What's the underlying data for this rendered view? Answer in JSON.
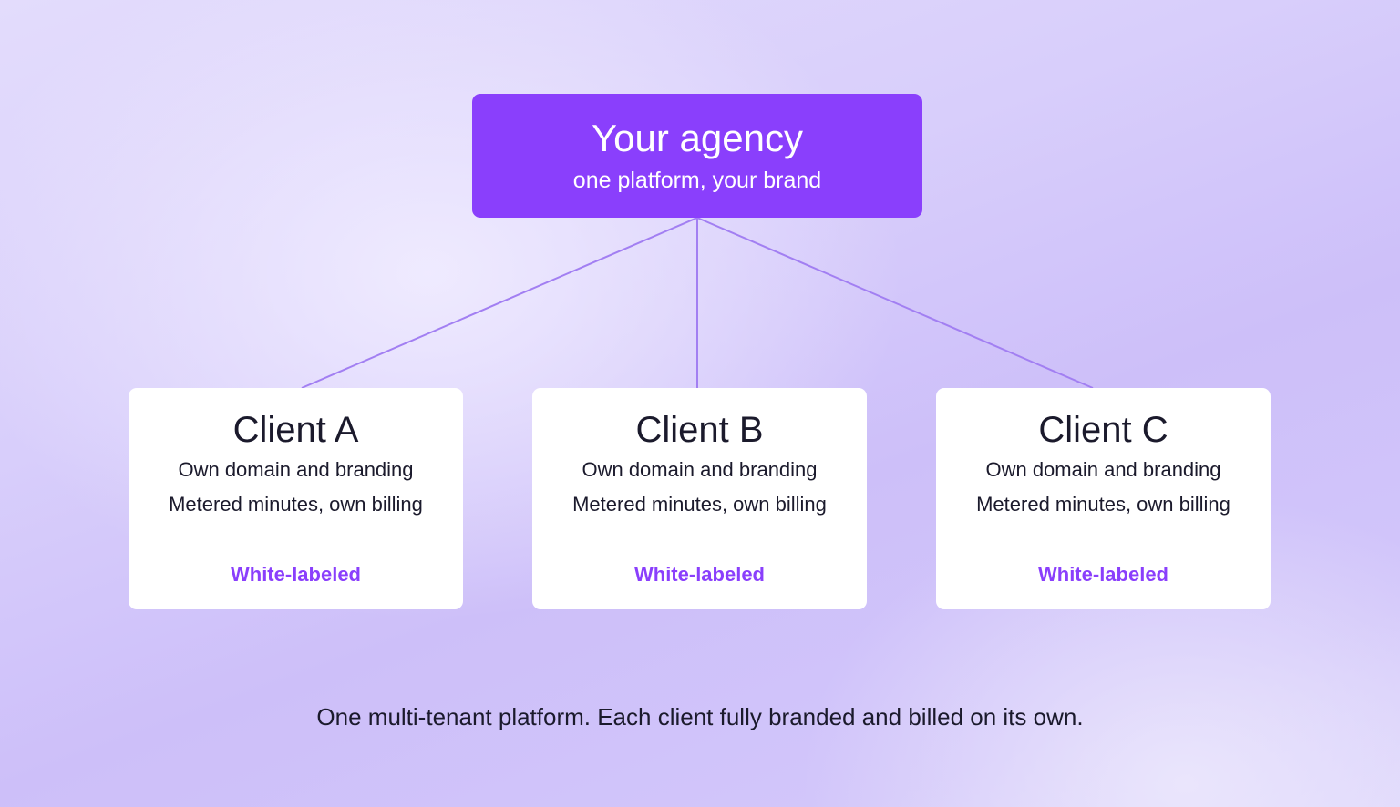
{
  "agency": {
    "title": "Your agency",
    "subtitle": "one platform, your brand"
  },
  "clients": [
    {
      "title": "Client A",
      "line1": "Own domain and branding",
      "line2": "Metered minutes, own billing",
      "badge": "White-labeled"
    },
    {
      "title": "Client B",
      "line1": "Own domain and branding",
      "line2": "Metered minutes, own billing",
      "badge": "White-labeled"
    },
    {
      "title": "Client C",
      "line1": "Own domain and branding",
      "line2": "Metered minutes, own billing",
      "badge": "White-labeled"
    }
  ],
  "caption": "One multi-tenant platform. Each client fully branded and billed on its own.",
  "colors": {
    "accent": "#8a3ffc",
    "connector": "#a27ff2",
    "card_background": "#ffffff",
    "text": "#1b1a2c"
  }
}
